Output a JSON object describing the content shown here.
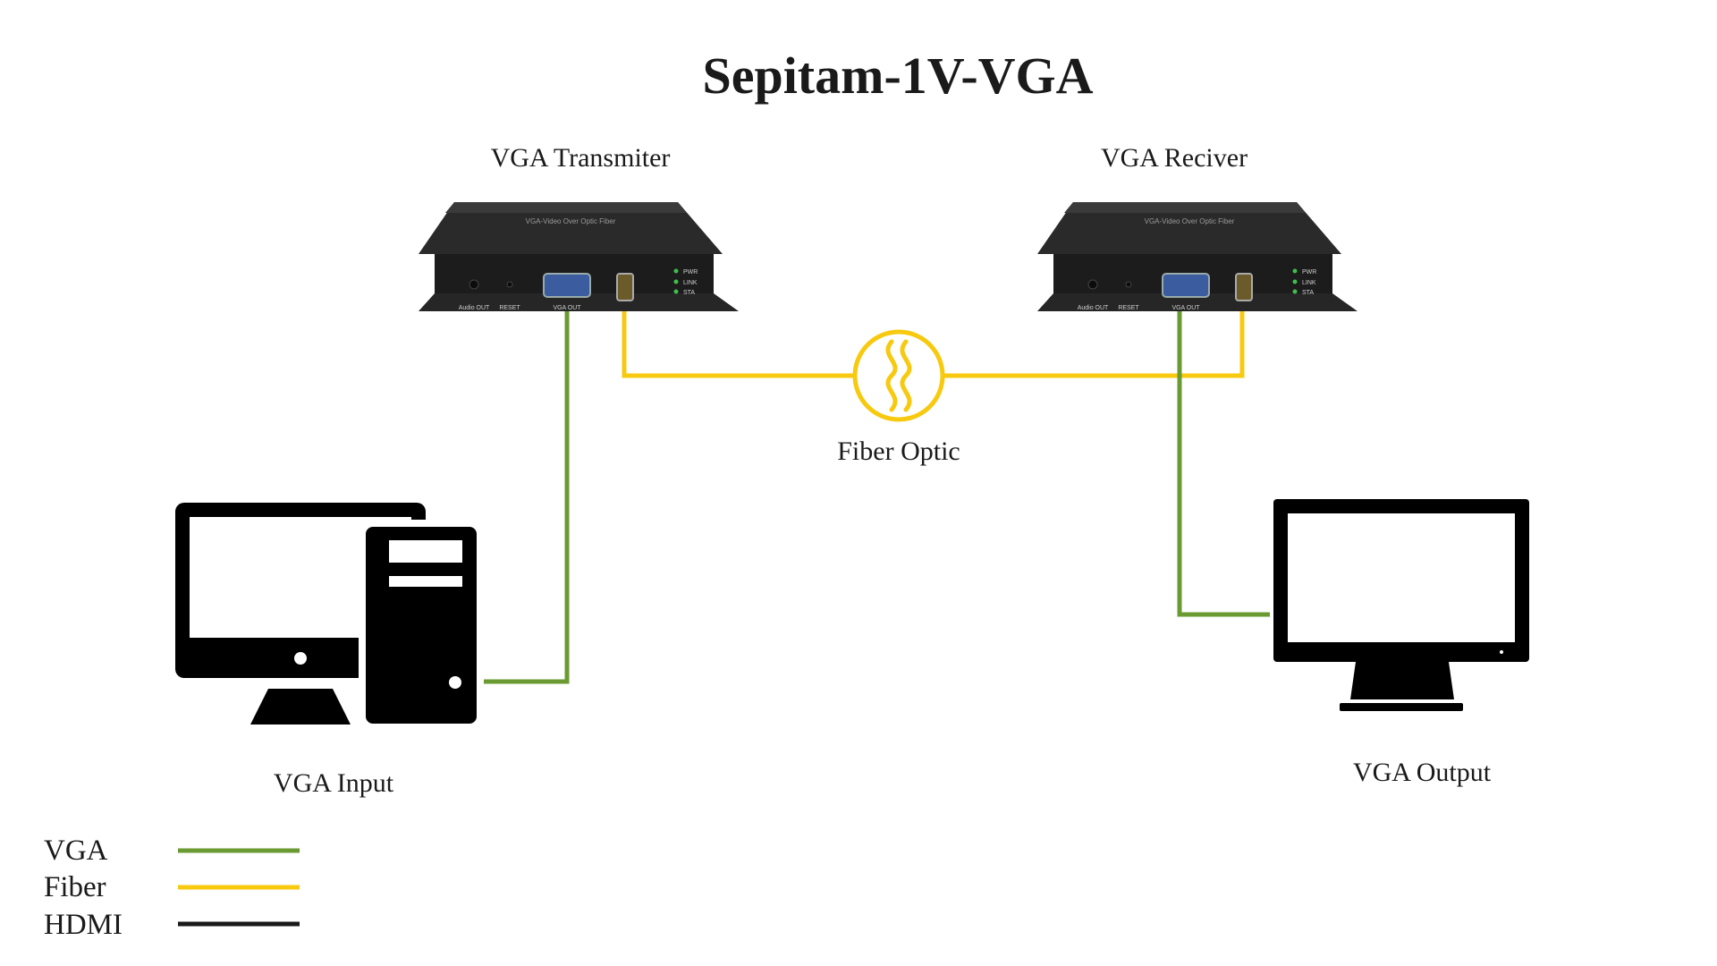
{
  "title": "Sepitam-1V-VGA",
  "transmitter": {
    "label": "VGA Transmiter",
    "top_text": "VGA-Video Over Optic Fiber",
    "port_labels": [
      "Audio OUT",
      "RESET",
      "VGA OUT"
    ],
    "leds": [
      "PWR",
      "LINK",
      "STA"
    ]
  },
  "receiver": {
    "label": "VGA Reciver",
    "top_text": "VGA-Video Over Optic Fiber",
    "port_labels": [
      "Audio OUT",
      "RESET",
      "VGA OUT"
    ],
    "leds": [
      "PWR",
      "LINK",
      "STA"
    ]
  },
  "fiber_label": "Fiber Optic",
  "input_label": "VGA Input",
  "output_label": "VGA Output",
  "colors": {
    "vga": "#6a9a32",
    "fiber": "#f7c90f",
    "hdmi": "#1a1a1a",
    "device_body": "#1c1c1c",
    "led": "#3fbf4f"
  },
  "legend": [
    {
      "label": "VGA",
      "color": "#6a9a32"
    },
    {
      "label": "Fiber",
      "color": "#f7c90f"
    },
    {
      "label": "HDMI",
      "color": "#1a1a1a"
    }
  ],
  "icons": {
    "fiber": "fiber-optic-icon",
    "pc": "desktop-computer-icon",
    "monitor": "monitor-icon"
  }
}
